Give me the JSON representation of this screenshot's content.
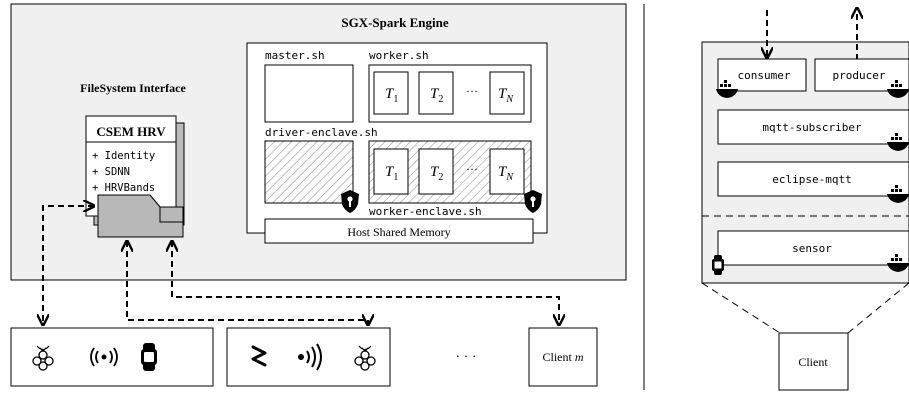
{
  "left_panel": {
    "engine_title": "SGX-Spark Engine",
    "fs_interface_label": "FileSystem Interface",
    "master_label": "master.sh",
    "worker_label": "worker.sh",
    "driver_enclave_label": "driver-enclave.sh",
    "worker_enclave_label": "worker-enclave.sh",
    "host_shared_memory_label": "Host Shared Memory",
    "task_labels": {
      "t1": "T",
      "t1_sub": "1",
      "t2": "T",
      "t2_sub": "2",
      "tn": "T",
      "tn_sub": "N",
      "ellipsis": "···"
    },
    "csem_card": {
      "title": "CSEM HRV",
      "items": [
        "+ Identity",
        "+ SDNN",
        "+ HRVBands"
      ]
    }
  },
  "devices": {
    "group_ellipsis": "· · ·",
    "client_m_label": "Client ",
    "client_m_italic": "m",
    "icons": [
      "raspberry-pi-icon",
      "wireless-signal-icon",
      "smartwatch-icon",
      "zigzag-icon",
      "signal-waves-icon",
      "raspberry-pi-icon"
    ]
  },
  "right_panel": {
    "consumer_label": "consumer",
    "producer_label": "producer",
    "mqtt_subscriber_label": "mqtt-subscriber",
    "eclipse_mqtt_label": "eclipse-mqtt",
    "sensor_label": "sensor",
    "client_label": "Client"
  },
  "colors": {
    "panel_fill": "#f0f0f0",
    "folder_fill": "#b8b8b8",
    "hatch": "#999999",
    "stroke": "#000000"
  }
}
